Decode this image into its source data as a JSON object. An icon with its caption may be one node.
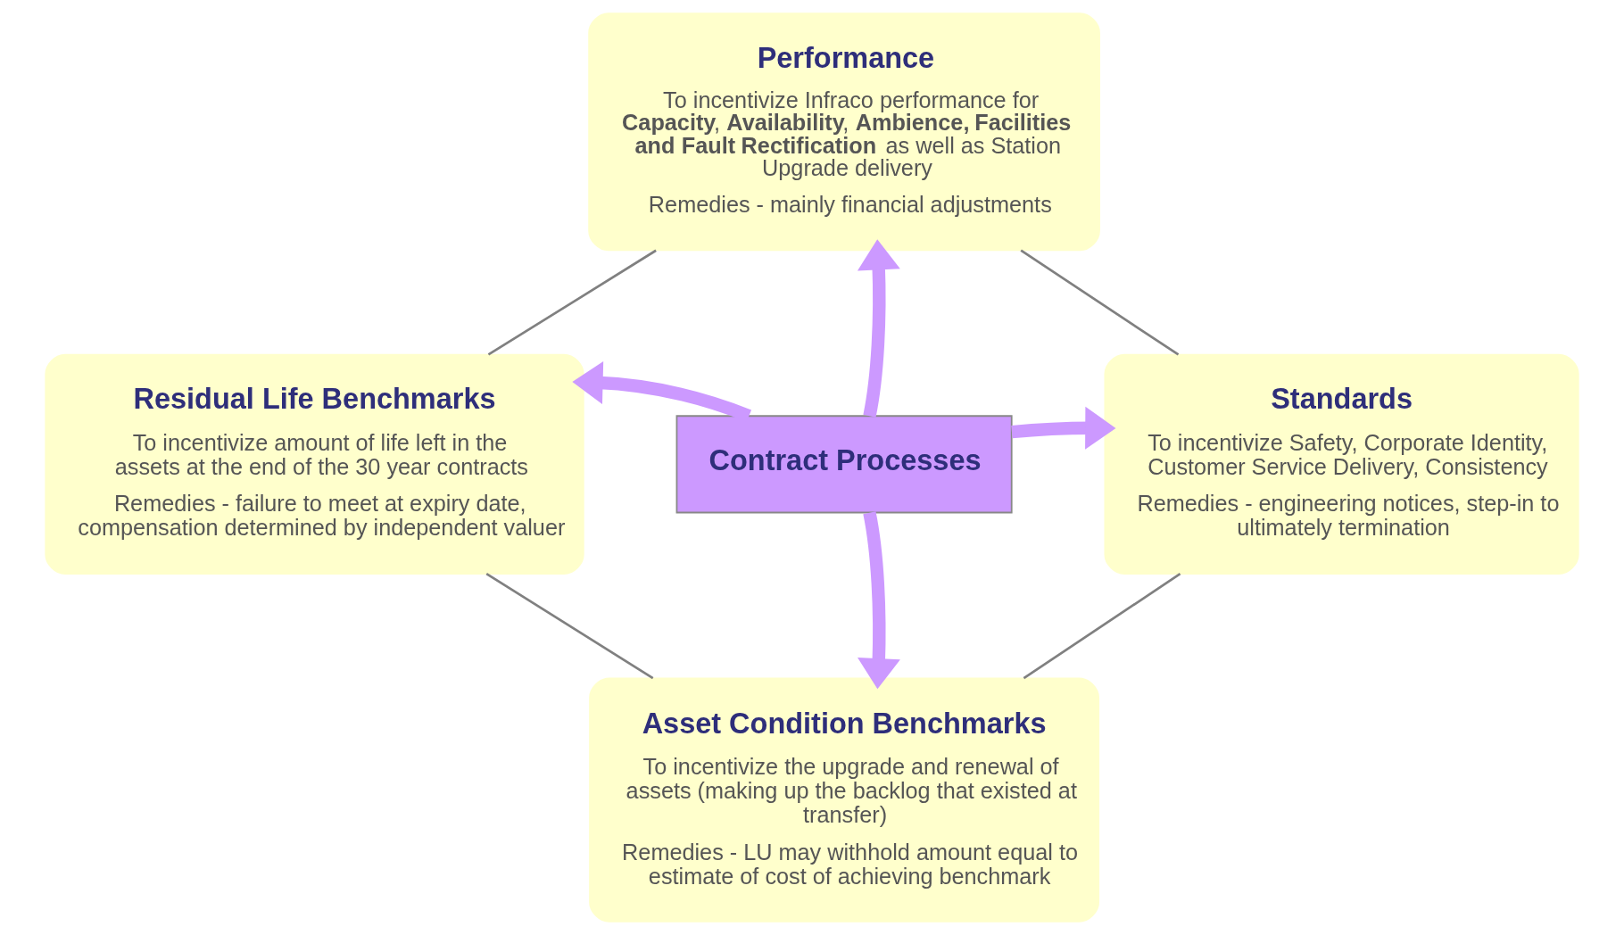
{
  "diagram": {
    "nodes": [
      {
        "text": [
          "Performance",
          "To incentivize Infraco performance for **Capacity**, **Availability**, **Ambience, Facilities and Fault Rectification** as well as Station Upgrade delivery",
          "Remedies - mainly financial adjustments"
        ]
      },
      {
        "text": [
          "Residual Life Benchmarks",
          "To incentivize amount of life left in the assets at the end of the 30 year contracts",
          "Remedies - failure to meet at expiry date, compensation determined by independent valuer"
        ]
      },
      {
        "text": [
          "Contract Processes"
        ]
      },
      {
        "text": [
          "Standards",
          "To incentivize Safety, Corporate Identity, Customer Service Delivery, Consistency",
          "Remedies - engineering notices, step-in to ultimately termination"
        ]
      },
      {
        "text": [
          "Asset Condition Benchmarks",
          "To incentivize the upgrade and renewal of assets (making up the backlog that existed at transfer)",
          "Remedies - LU may withhold amount equal to estimate of cost of achieving benchmark"
        ]
      }
    ],
    "edges": [
      {
        "from": 2,
        "to": 0,
        "arrow": "to",
        "style": "thick",
        "color": "#cc99ff"
      },
      {
        "from": 2,
        "to": 1,
        "arrow": "to",
        "style": "thick",
        "color": "#cc99ff"
      },
      {
        "from": 2,
        "to": 3,
        "arrow": "to",
        "style": "thick",
        "color": "#cc99ff"
      },
      {
        "from": 2,
        "to": 4,
        "arrow": "to",
        "style": "thick",
        "color": "#cc99ff"
      },
      {
        "from": 0,
        "to": 3,
        "arrow": "none",
        "color": "#808080"
      },
      {
        "from": 3,
        "to": 4,
        "arrow": "none",
        "color": "#808080"
      },
      {
        "from": 4,
        "to": 1,
        "arrow": "none",
        "color": "#808080"
      },
      {
        "from": 1,
        "to": 0,
        "arrow": "none",
        "color": "#808080"
      }
    ]
  }
}
